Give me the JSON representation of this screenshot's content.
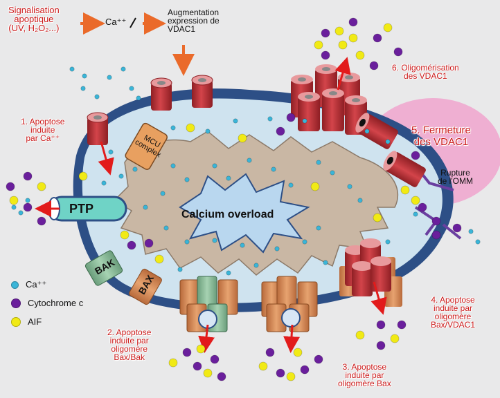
{
  "header": {
    "signal_lines": [
      "Signalisation",
      "apoptique",
      "(UV, H₂O₂...)"
    ],
    "calcium": "Ca⁺⁺",
    "increase_lines": [
      "Augmentation",
      "expression de",
      "VDAC1"
    ]
  },
  "labels": {
    "apoptose_ca": [
      "1. Apoptose",
      "induite",
      "par Ca⁺⁺"
    ],
    "apoptose_bak": [
      "2. Apoptose",
      "induite par",
      "oligomère",
      "Bax/Bak"
    ],
    "apoptose_bax": [
      "3. Apoptose",
      "induite par",
      "oligomère Bax"
    ],
    "apoptose_bax_vdac": [
      "4. Apoptose",
      "induite par",
      "oligomère",
      "Bax/VDAC1"
    ],
    "fermeture": [
      "5. Fermeture",
      "des VDAC1"
    ],
    "oligomerisation": [
      "6. Oligomérisation",
      "des VDAC1"
    ],
    "rupture": [
      "Rupture",
      "de l'OMM"
    ]
  },
  "structures": {
    "ptp": "PTP",
    "mcu": [
      "MCU",
      "complex"
    ],
    "overload": "Calcium overload",
    "bak": "BAK",
    "bax": "BAX"
  },
  "legend": [
    {
      "label": "Ca⁺⁺",
      "color": "#3ab5d8"
    },
    {
      "label": "Cytochrome c",
      "color": "#6a1f9c"
    },
    {
      "label": "AIF",
      "color": "#f1ea15"
    }
  ],
  "colors": {
    "ca": "#3ab5d8",
    "cyto": "#6a1f9c",
    "aif": "#f1ea15",
    "label_red": "#cc1a1a",
    "arrow_orange": "#ea6a2a",
    "membrane": "#2d4f86",
    "matrix": "#c9b7a4"
  }
}
